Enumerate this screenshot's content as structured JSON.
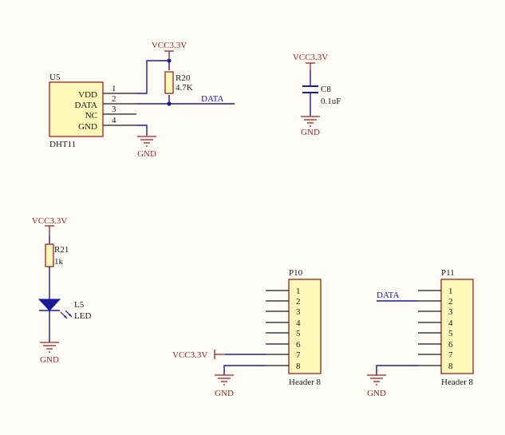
{
  "dht11": {
    "designator": "U5",
    "name": "DHT11",
    "pins": [
      {
        "num": "1",
        "name": "VDD"
      },
      {
        "num": "2",
        "name": "DATA"
      },
      {
        "num": "3",
        "name": "NC"
      },
      {
        "num": "4",
        "name": "GND"
      }
    ],
    "vcc": "VCC3.3V",
    "gnd": "GND",
    "net": "DATA"
  },
  "r20": {
    "designator": "R20",
    "value": "4.7K"
  },
  "c8": {
    "designator": "C8",
    "value": "0.1uF",
    "vcc": "VCC3.3V",
    "gnd": "GND"
  },
  "led_circuit": {
    "vcc": "VCC3.3V",
    "r_designator": "R21",
    "r_value": "1k",
    "led_designator": "L5",
    "led_name": "LED",
    "gnd": "GND"
  },
  "p10": {
    "designator": "P10",
    "name": "Header 8",
    "pins": [
      "1",
      "2",
      "3",
      "4",
      "5",
      "6",
      "7",
      "8"
    ],
    "vcc": "VCC3.3V",
    "gnd": "GND"
  },
  "p11": {
    "designator": "P11",
    "name": "Header 8",
    "pins": [
      "1",
      "2",
      "3",
      "4",
      "5",
      "6",
      "7",
      "8"
    ],
    "net": "DATA",
    "gnd": "GND"
  },
  "colors": {
    "wire": "#1b1b99",
    "part_fill": "#fff8b8",
    "part_outline": "#9a2323",
    "power_label": "#9a2323",
    "background": "#fffdf6"
  }
}
